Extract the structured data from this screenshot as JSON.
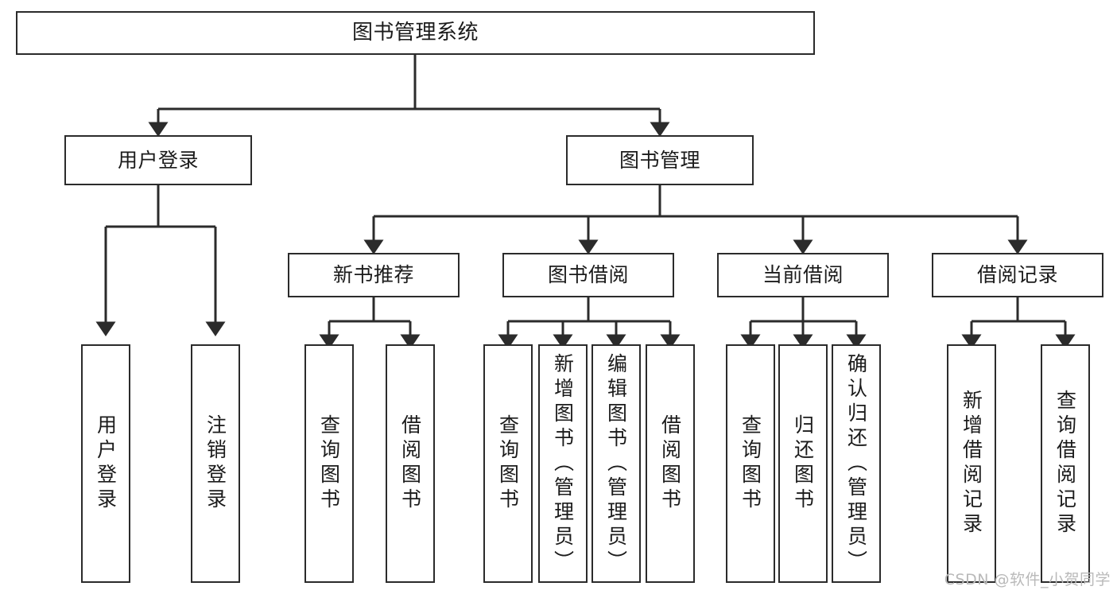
{
  "diagram": {
    "title_node": {
      "label": "图书管理系统"
    },
    "level2": [
      {
        "id": "user-login",
        "label": "用户登录"
      },
      {
        "id": "book-management",
        "label": "图书管理"
      }
    ],
    "level3": [
      {
        "id": "new-book-recommend",
        "label": "新书推荐"
      },
      {
        "id": "book-borrow",
        "label": "图书借阅"
      },
      {
        "id": "current-borrow",
        "label": "当前借阅"
      },
      {
        "id": "borrow-record",
        "label": "借阅记录"
      }
    ],
    "leaves": {
      "user_login": [
        {
          "id": "leaf-user-login",
          "label": "用户登录"
        },
        {
          "id": "leaf-logout-login",
          "label": "注销登录"
        }
      ],
      "new_book_recommend": [
        {
          "id": "leaf-query-book-1",
          "label": "查询图书"
        },
        {
          "id": "leaf-borrow-book-1",
          "label": "借阅图书"
        }
      ],
      "book_borrow": [
        {
          "id": "leaf-query-book-2",
          "label": "查询图书"
        },
        {
          "id": "leaf-add-book",
          "label": "新增图书（管理员）"
        },
        {
          "id": "leaf-edit-book",
          "label": "编辑图书（管理员）"
        },
        {
          "id": "leaf-borrow-book-2",
          "label": "借阅图书"
        }
      ],
      "current_borrow": [
        {
          "id": "leaf-query-book-3",
          "label": "查询图书"
        },
        {
          "id": "leaf-return-book",
          "label": "归还图书"
        },
        {
          "id": "leaf-confirm-return",
          "label": "确认归还（管理员）"
        }
      ],
      "borrow_record": [
        {
          "id": "leaf-add-record",
          "label": "新增借阅记录"
        },
        {
          "id": "leaf-query-record",
          "label": "查询借阅记录"
        }
      ]
    }
  },
  "watermark": {
    "text": "CSDN @软件_小贺同学"
  },
  "colors": {
    "stroke": "#2b2b2b",
    "fill": "#ffffff",
    "text": "#1b1b1b",
    "watermark": "#b9b9b9"
  }
}
